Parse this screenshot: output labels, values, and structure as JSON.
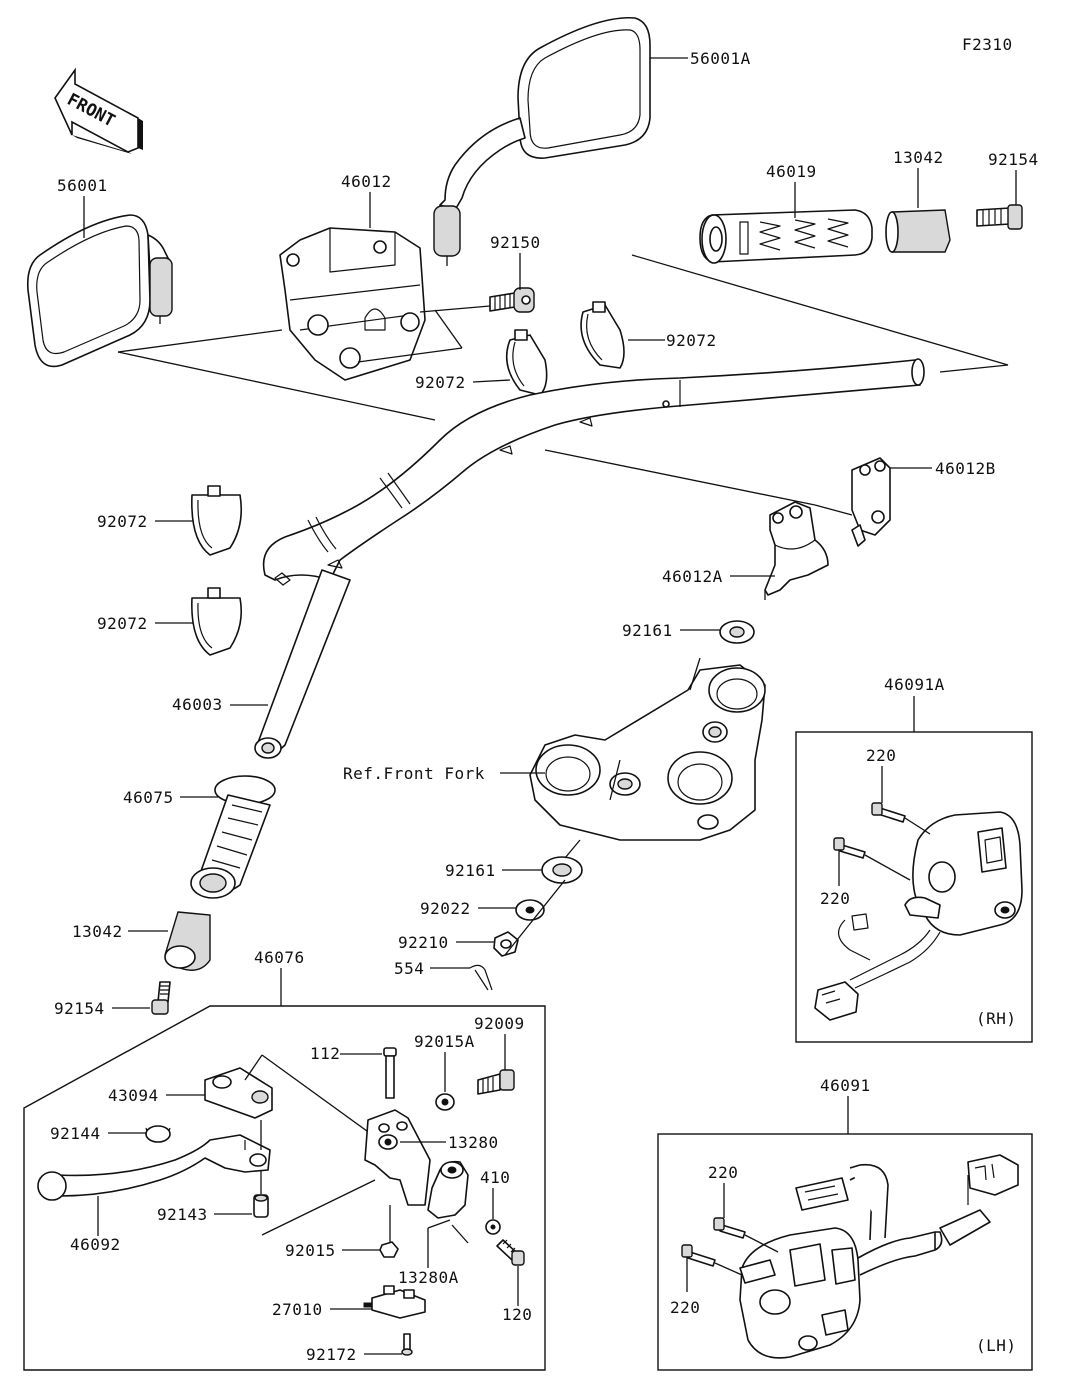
{
  "figure_id": "F2310",
  "front_arrow": "FRONT",
  "boxes": {
    "rh": {
      "label": "(RH)",
      "part": "46091A"
    },
    "lh": {
      "label": "(LH)",
      "part": "46091"
    },
    "lever": {
      "part": "46076"
    }
  },
  "labels": {
    "p56001A": "56001A",
    "p56001": "56001",
    "p46012": "46012",
    "p92150": "92150",
    "p46019": "46019",
    "p13042a": "13042",
    "p92154a": "92154",
    "p92072a": "92072",
    "p92072b": "92072",
    "p92072c": "92072",
    "p92072d": "92072",
    "p46012B": "46012B",
    "p46012A": "46012A",
    "p92161a": "92161",
    "p46003": "46003",
    "p46075": "46075",
    "refFrontFork": "Ref.Front Fork",
    "p92161b": "92161",
    "p92022": "92022",
    "p92210": "92210",
    "p554": "554",
    "p13042b": "13042",
    "p92154b": "92154",
    "p46076": "46076",
    "p46091A": "46091A",
    "p220a": "220",
    "p220b": "220",
    "p112": "112",
    "p92015A": "92015A",
    "p92009": "92009",
    "p43094": "43094",
    "p13280": "13280",
    "p92144": "92144",
    "p410": "410",
    "p46092": "46092",
    "p92143": "92143",
    "p92015": "92015",
    "p13280A": "13280A",
    "p120": "120",
    "p27010": "27010",
    "p92172": "92172",
    "p46091": "46091",
    "p220c": "220",
    "p220d": "220"
  }
}
